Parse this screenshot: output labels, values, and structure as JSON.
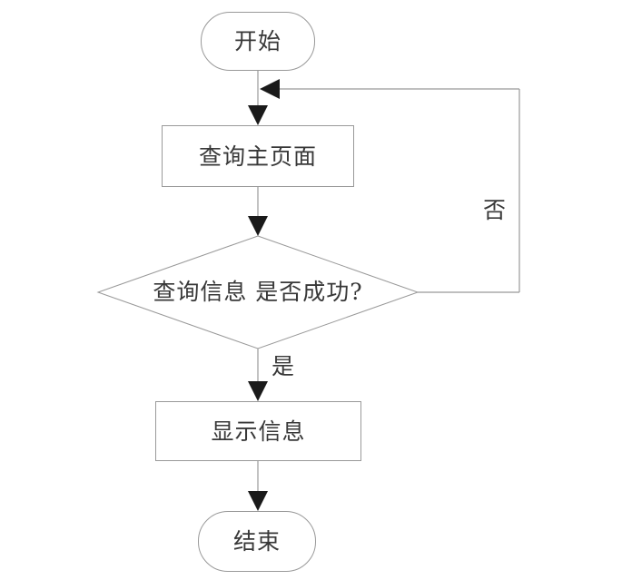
{
  "diagram": {
    "type": "flowchart",
    "nodes": {
      "start": {
        "label": "开始",
        "shape": "terminator"
      },
      "query_page": {
        "label": "查询主页面",
        "shape": "process"
      },
      "decision": {
        "label": "查询信息 是否成功?",
        "shape": "decision"
      },
      "show_info": {
        "label": "显示信息",
        "shape": "process"
      },
      "end": {
        "label": "结束",
        "shape": "terminator"
      }
    },
    "edges": {
      "yes_label": "是",
      "no_label": "否"
    },
    "colors": {
      "line": "#999999",
      "arrow": "#1a1a1a",
      "text": "#383838",
      "background": "#ffffff"
    }
  }
}
